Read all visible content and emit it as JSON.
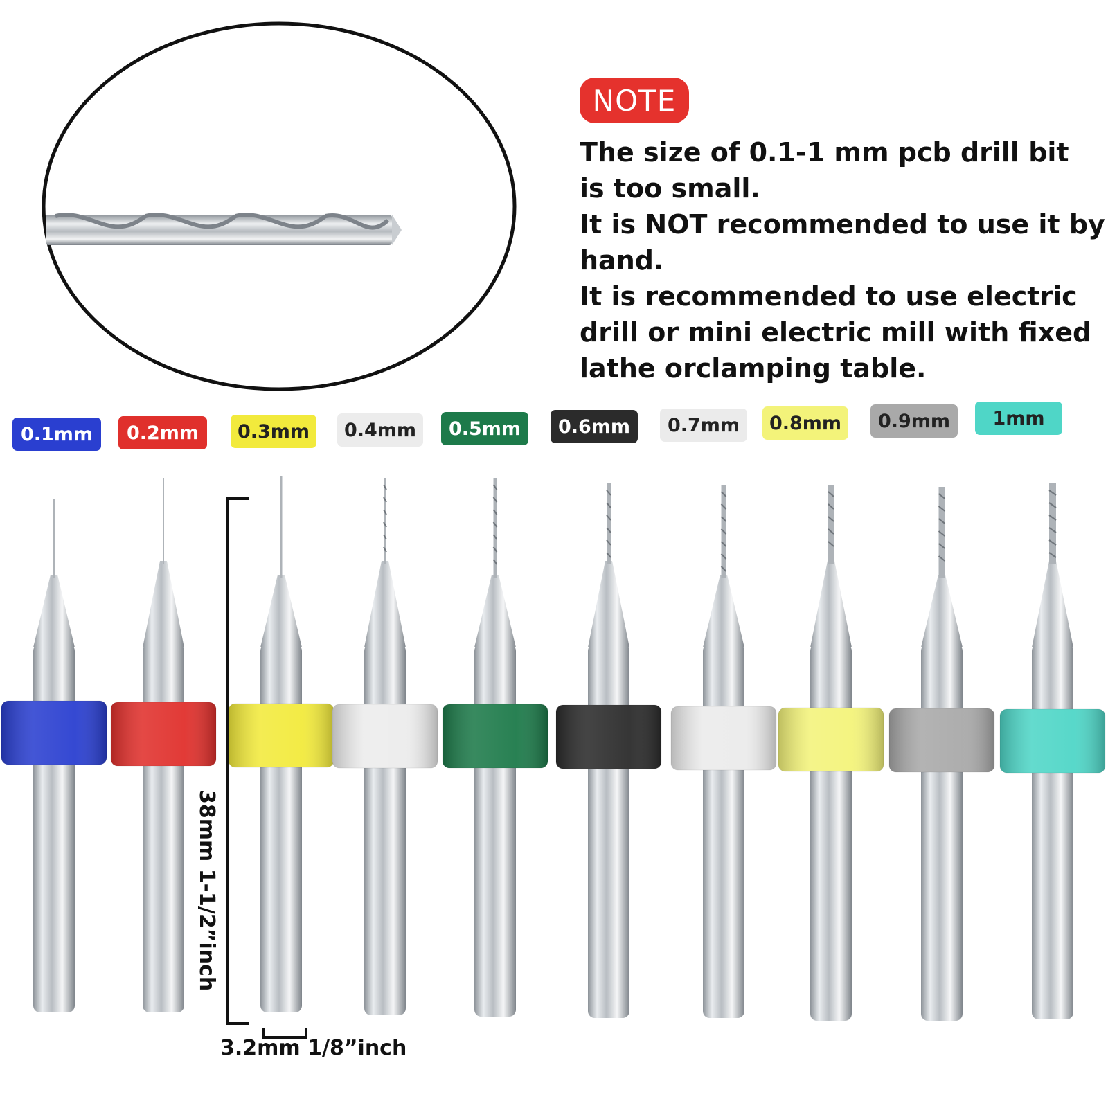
{
  "note": {
    "badge": "NOTE",
    "lines": [
      "The size of 0.1-1 mm pcb drill bit",
      "is too small.",
      "It is NOT recommended to use it by",
      "hand.",
      "It is recommended to use electric",
      "drill or mini electric mill with fixed",
      "lathe orclamping table."
    ]
  },
  "sizes": [
    {
      "label": "0.1mm",
      "color": "#2a3fd0",
      "text_color": "#ffffff"
    },
    {
      "label": "0.2mm",
      "color": "#e0302c",
      "text_color": "#ffffff"
    },
    {
      "label": "0.3mm",
      "color": "#f2ea3c",
      "text_color": "#222222"
    },
    {
      "label": "0.4mm",
      "color": "#ececec",
      "text_color": "#222222"
    },
    {
      "label": "0.5mm",
      "color": "#1d7a4a",
      "text_color": "#ffffff"
    },
    {
      "label": "0.6mm",
      "color": "#2b2b2b",
      "text_color": "#ffffff"
    },
    {
      "label": "0.7mm",
      "color": "#ebebeb",
      "text_color": "#222222"
    },
    {
      "label": "0.8mm",
      "color": "#f3f37a",
      "text_color": "#222222"
    },
    {
      "label": "0.9mm",
      "color": "#a9a9a9",
      "text_color": "#222222"
    },
    {
      "label": "1mm",
      "color": "#4fd6c7",
      "text_color": "#222222"
    }
  ],
  "dimensions": {
    "length": "38mm 1-1/2”inch",
    "diameter": "3.2mm 1/8”inch"
  }
}
